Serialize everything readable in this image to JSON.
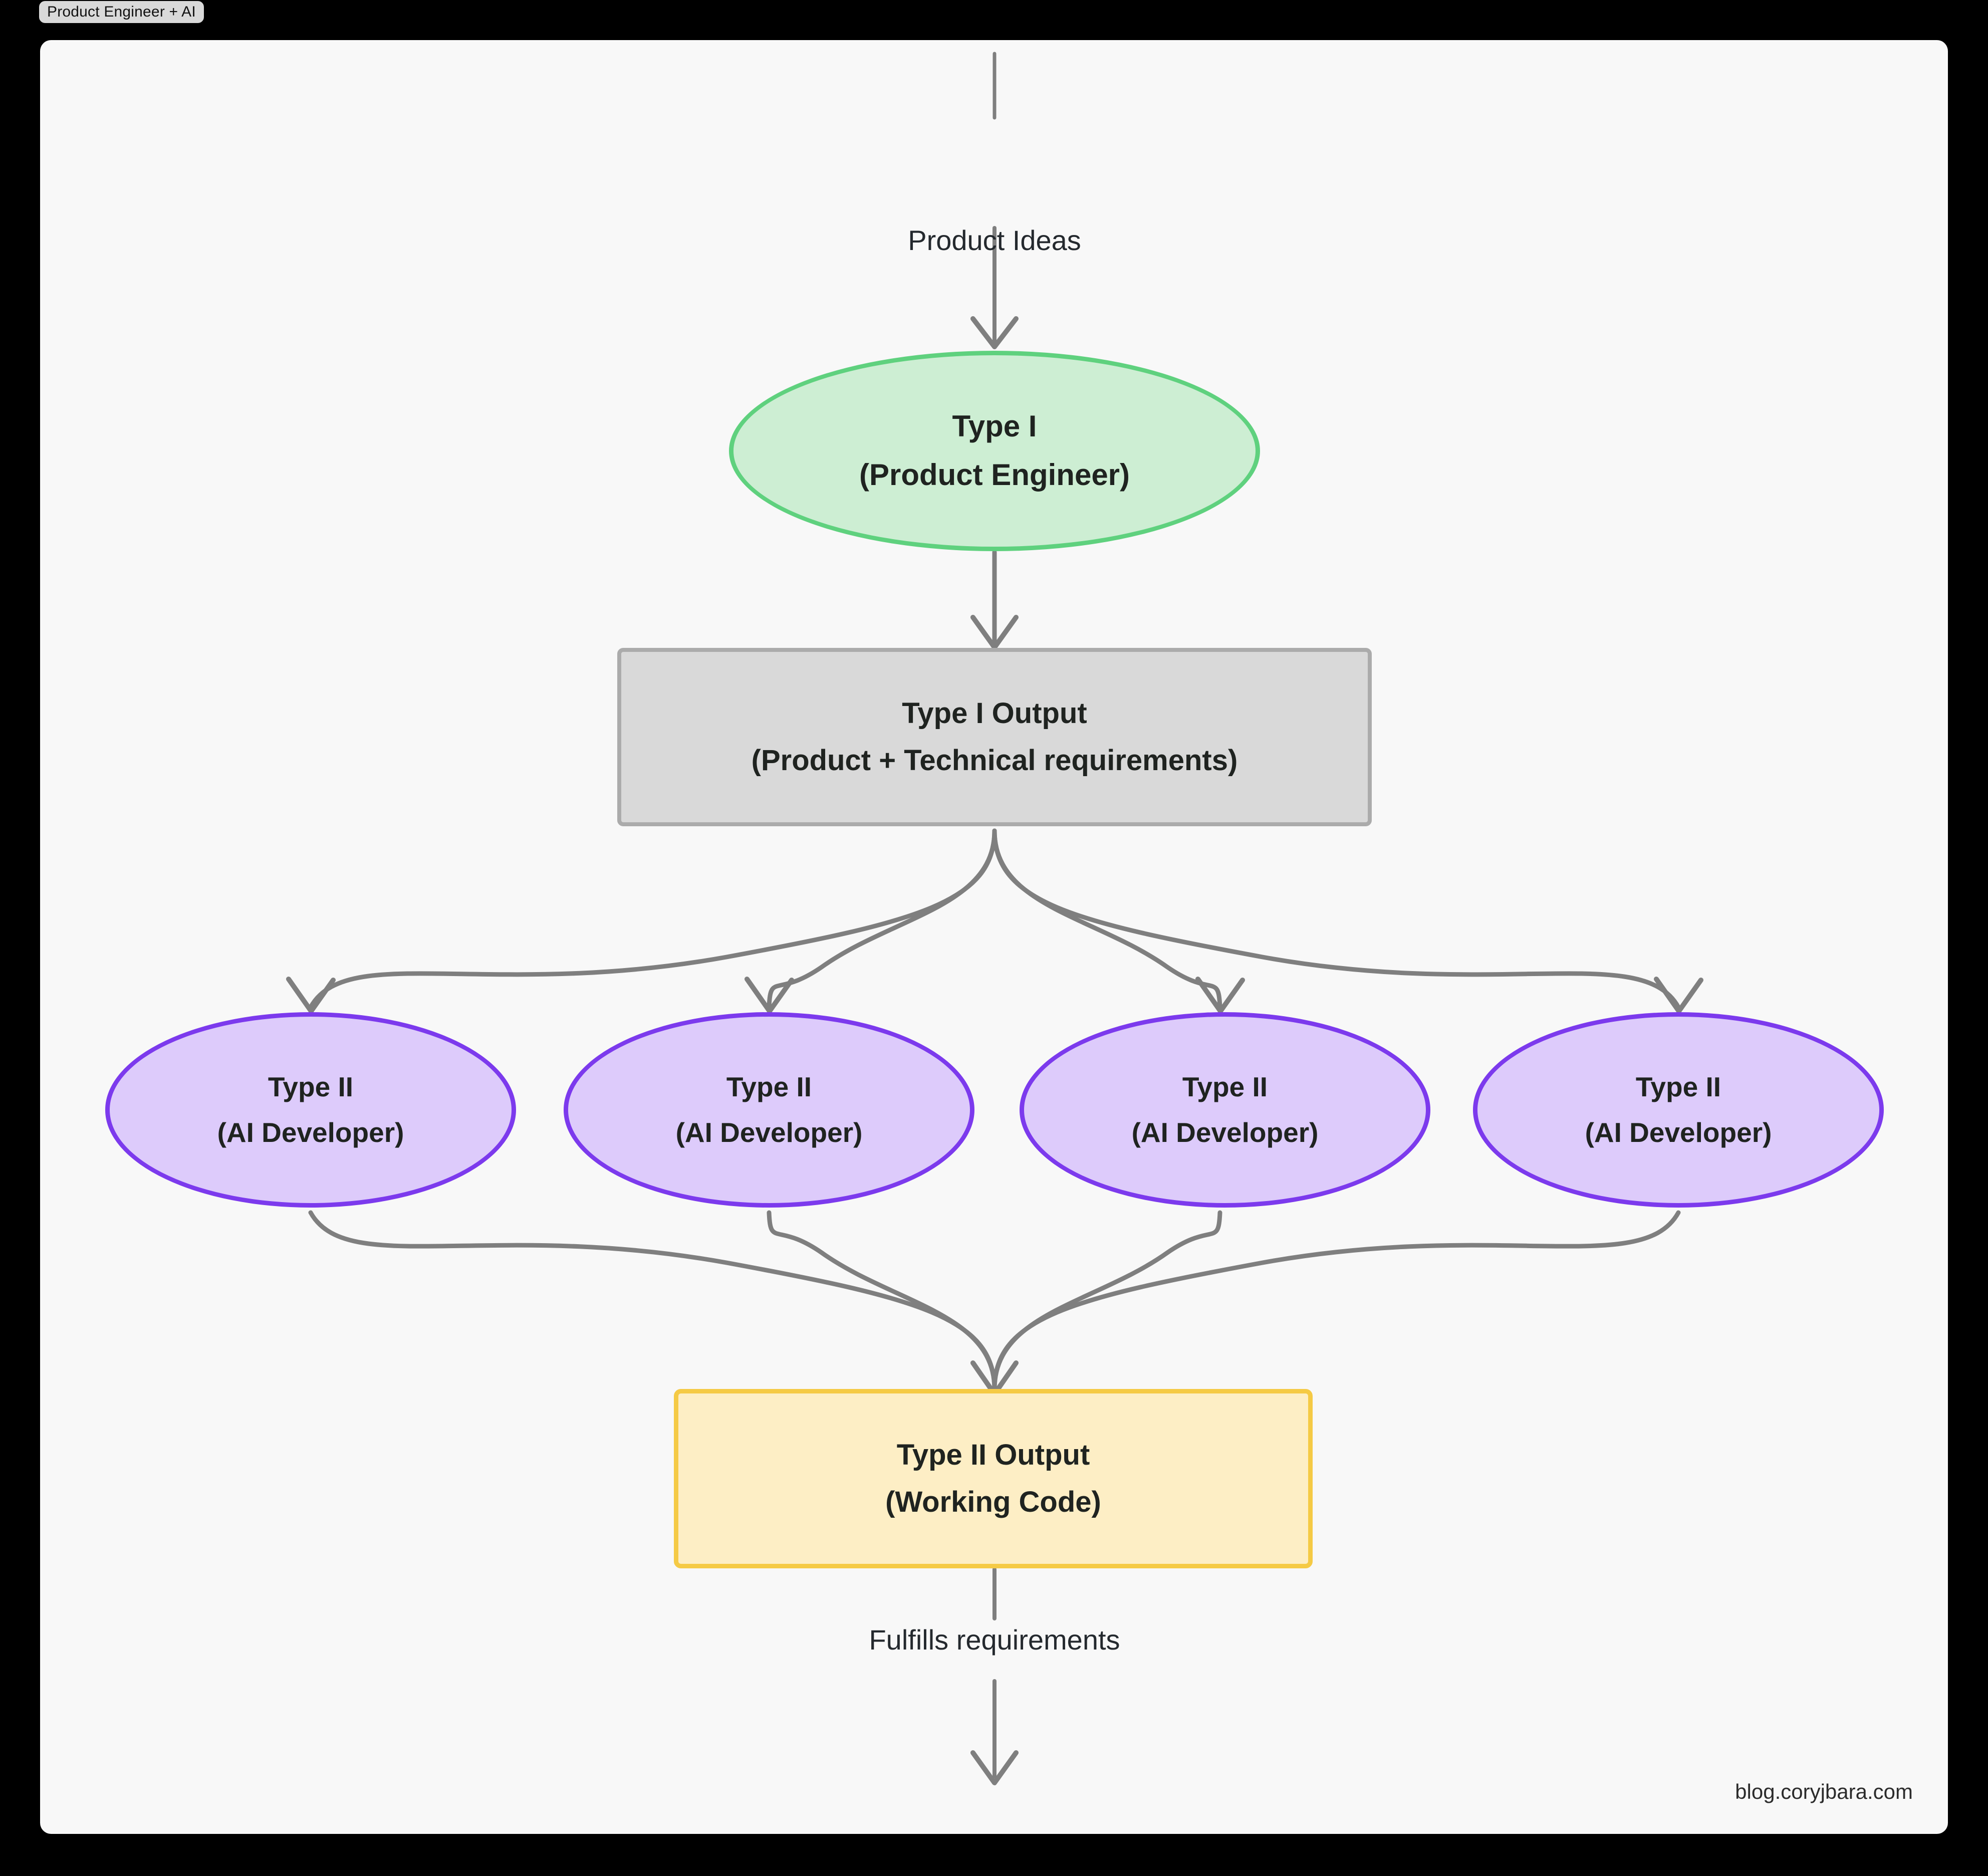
{
  "window": {
    "title": "Product Engineer + AI"
  },
  "diagram": {
    "type": "flowchart",
    "direction": "top-down",
    "background_color": "#f8f8f8",
    "nodes": [
      {
        "id": "type1",
        "shape": "ellipse",
        "line1": "Type I",
        "line2": "(Product Engineer)",
        "fill": "#cdeed3",
        "stroke": "#5fd17e"
      },
      {
        "id": "type1_output",
        "shape": "rectangle",
        "line1": "Type I Output",
        "line2": "(Product + Technical requirements)",
        "fill": "#d9d9d9",
        "stroke": "#ababab"
      },
      {
        "id": "type2_a",
        "shape": "ellipse",
        "line1": "Type II",
        "line2": "(AI Developer)",
        "fill": "#ddcbfb",
        "stroke": "#7c3aed"
      },
      {
        "id": "type2_b",
        "shape": "ellipse",
        "line1": "Type II",
        "line2": "(AI Developer)",
        "fill": "#ddcbfb",
        "stroke": "#7c3aed"
      },
      {
        "id": "type2_c",
        "shape": "ellipse",
        "line1": "Type II",
        "line2": "(AI Developer)",
        "fill": "#ddcbfb",
        "stroke": "#7c3aed"
      },
      {
        "id": "type2_d",
        "shape": "ellipse",
        "line1": "Type II",
        "line2": "(AI Developer)",
        "fill": "#ddcbfb",
        "stroke": "#7c3aed"
      },
      {
        "id": "type2_output",
        "shape": "rectangle",
        "line1": "Type II Output",
        "line2": "(Working Code)",
        "fill": "#fdeec5",
        "stroke": "#f5ca45"
      }
    ],
    "edges": [
      {
        "from": "start",
        "to": "type1",
        "label": "Product Ideas"
      },
      {
        "from": "type1",
        "to": "type1_output",
        "label": ""
      },
      {
        "from": "type1_output",
        "to": "type2_a",
        "label": ""
      },
      {
        "from": "type1_output",
        "to": "type2_b",
        "label": ""
      },
      {
        "from": "type1_output",
        "to": "type2_c",
        "label": ""
      },
      {
        "from": "type1_output",
        "to": "type2_d",
        "label": ""
      },
      {
        "from": "type2_a",
        "to": "type2_output",
        "label": ""
      },
      {
        "from": "type2_b",
        "to": "type2_output",
        "label": ""
      },
      {
        "from": "type2_c",
        "to": "type2_output",
        "label": ""
      },
      {
        "from": "type2_d",
        "to": "type2_output",
        "label": ""
      },
      {
        "from": "type2_output",
        "to": "end",
        "label": "Fulfills requirements"
      }
    ],
    "edge_color": "#7f7f7f"
  },
  "watermark": {
    "text": "blog.coryjbara.com"
  }
}
